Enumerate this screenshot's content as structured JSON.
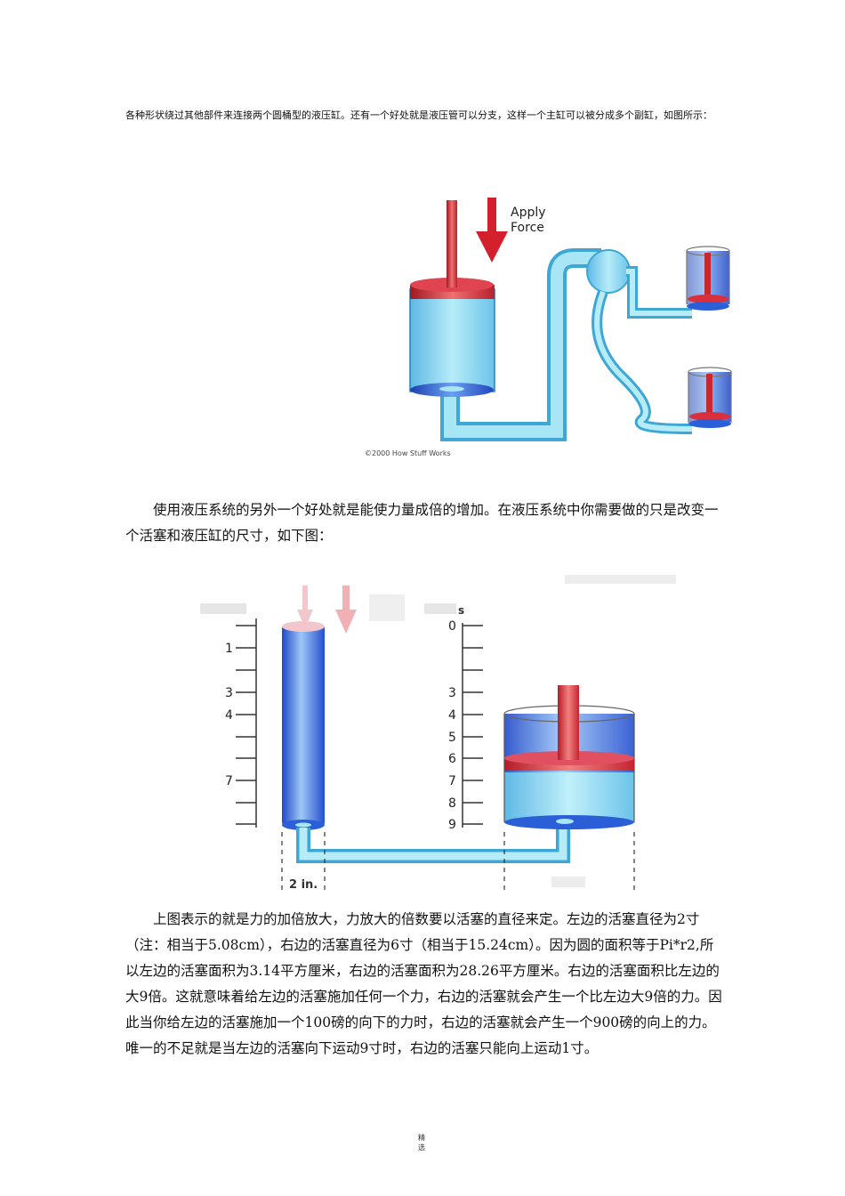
{
  "intro_text": "各种形状绕过其他部件来连接两个圆桶型的液压缸。还有一个好处就是液压管可以分支，这样一个主缸可以被分成多个副缸，如图所示：",
  "figure1": {
    "label_line1": "Apply",
    "label_line2": "Force",
    "credit": "©2000 How Stuff Works",
    "colors": {
      "fluid": "#8fd8f0",
      "piston_red": "#d8303c",
      "cylinder_blue": "#2a5fd8"
    }
  },
  "paragraph2": "使用液压系统的另外一个好处就是能使力量成倍的增加。在液压系统中你需要做的只是改变一个活塞和液压缸的尺寸，如下图：",
  "figure2": {
    "left_scale": [
      "1",
      "3",
      "4",
      "7"
    ],
    "right_scale": [
      "0",
      "3",
      "4",
      "5",
      "6",
      "7",
      "8",
      "9"
    ],
    "left_width_label": "2 in.",
    "right_scale_unit_fragment": "s",
    "colors": {
      "fluid": "#8fd8f0",
      "cylinder_blue": "#2a5fd8",
      "piston_red": "#d8303c"
    }
  },
  "paragraph3": "上图表示的就是力的加倍放大，力放大的倍数要以活塞的直径来定。左边的活塞直径为2寸（注：相当于5.08cm），右边的活塞直径为6寸（相当于15.24cm）。因为圆的面积等于Pi*r2,所以左边的活塞面积为3.14平方厘米，右边的活塞面积为28.26平方厘米。右边的活塞面积比左边的大9倍。这就意味着给左边的活塞施加任何一个力，右边的活塞就会产生一个比左边大9倍的力。因此当你给左边的活塞施加一个100磅的向下的力时，右边的活塞就会产生一个900磅的向上的力。唯一的不足就是当左边的活塞向下运动9寸时，右边的活塞只能向上运动1寸。",
  "footer_line1": "精",
  "footer_line2": "选"
}
